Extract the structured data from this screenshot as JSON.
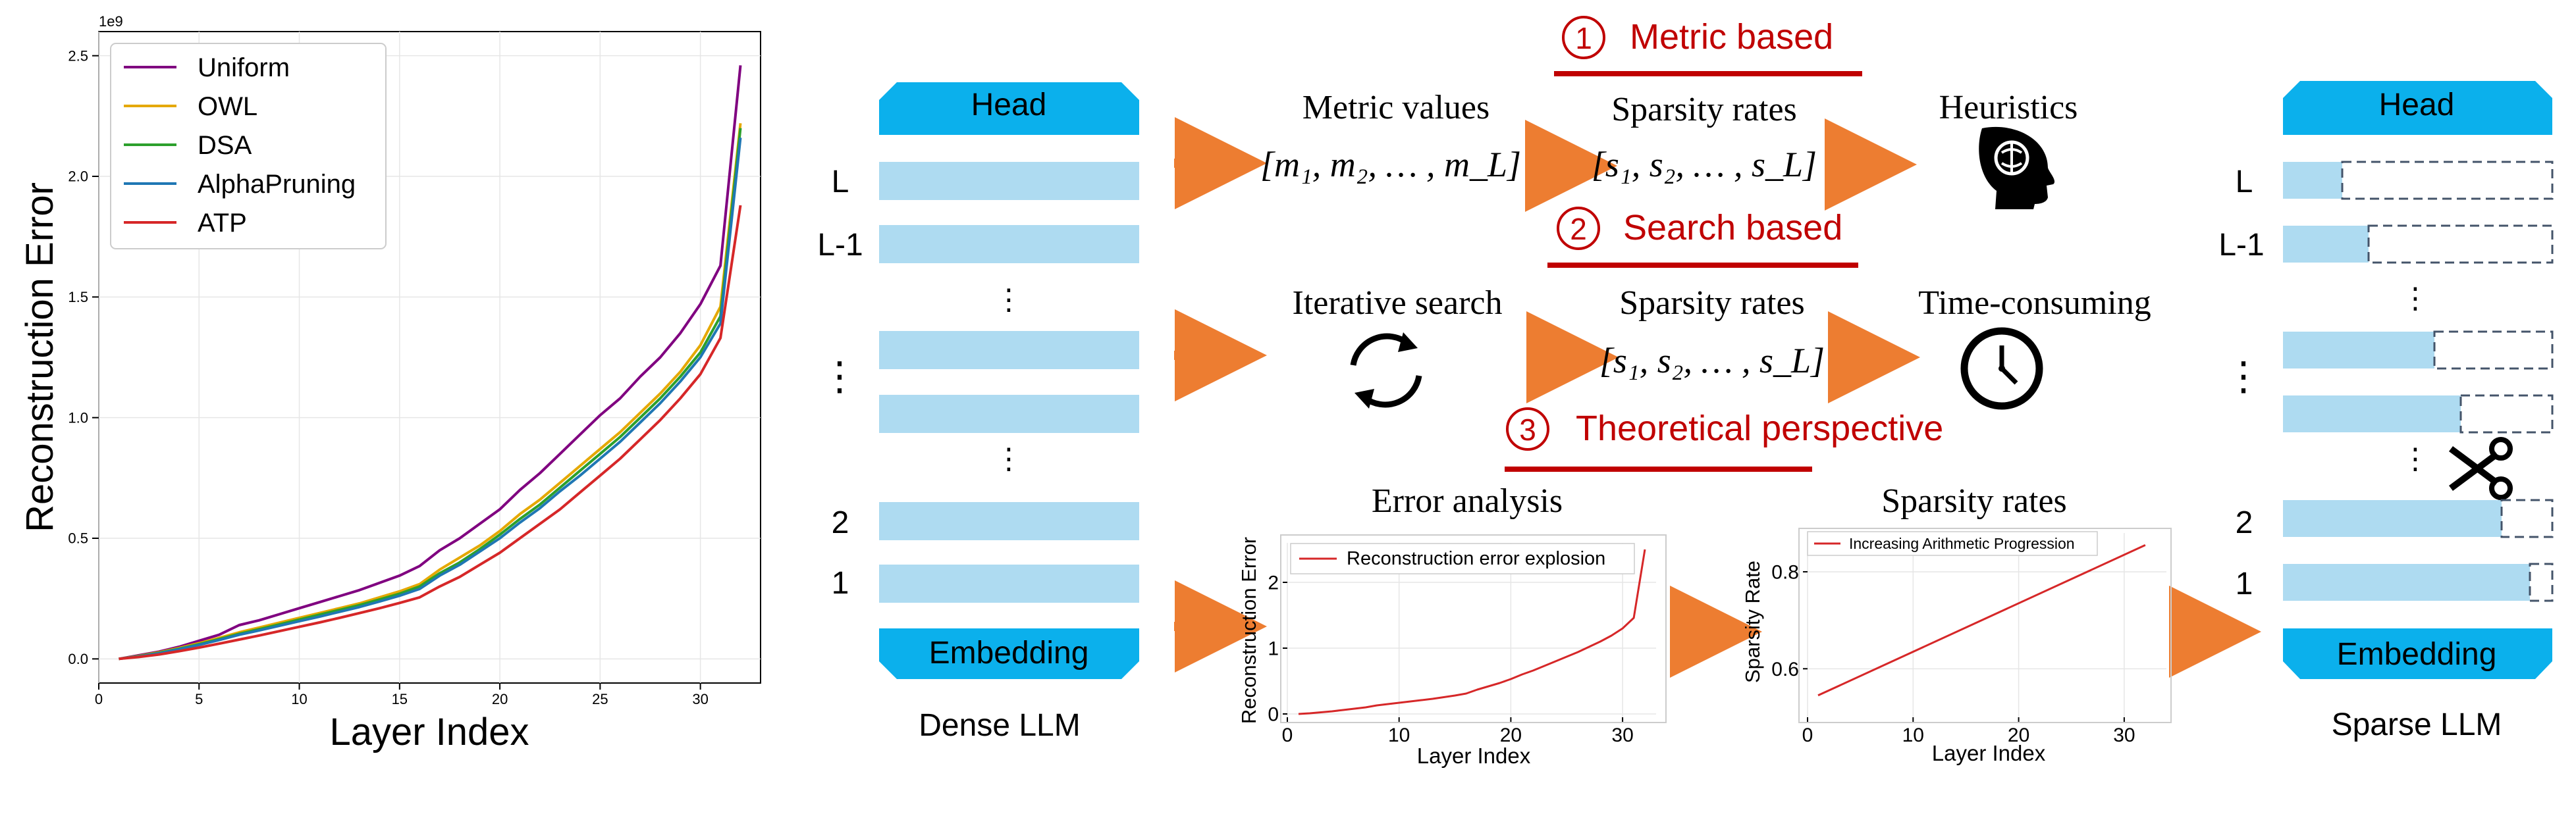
{
  "colors": {
    "head_block": "#0BB0EC",
    "layer_bar": "#AEDBF1",
    "arrow": "#ED7D31",
    "red_title": "#C00000",
    "chart_line": "#D62728"
  },
  "left_chart": {
    "exponent_label": "1e9",
    "xlabel": "Layer Index",
    "ylabel": "Reconstruction Error",
    "xticks": [
      "0",
      "5",
      "10",
      "15",
      "20",
      "25",
      "30"
    ],
    "yticks": [
      "0.0",
      "0.5",
      "1.0",
      "1.5",
      "2.0",
      "2.5"
    ],
    "legend": [
      "Uniform",
      "OWL",
      "DSA",
      "AlphaPruning",
      "ATP"
    ]
  },
  "chart_data": [
    {
      "type": "line",
      "xlabel": "Layer Index",
      "ylabel": "Reconstruction Error",
      "y_multiplier": "1e9",
      "xlim": [
        0,
        33
      ],
      "ylim": [
        -0.1,
        2.6
      ],
      "grid": true,
      "legend_position": "top-left",
      "x": [
        1,
        2,
        3,
        4,
        5,
        6,
        7,
        8,
        9,
        10,
        11,
        12,
        13,
        14,
        15,
        16,
        17,
        18,
        19,
        20,
        21,
        22,
        23,
        24,
        25,
        26,
        27,
        28,
        29,
        30,
        31,
        32
      ],
      "series": [
        {
          "name": "Uniform",
          "color": "#800080",
          "values": [
            0.0,
            0.015,
            0.03,
            0.05,
            0.075,
            0.1,
            0.14,
            0.16,
            0.185,
            0.21,
            0.235,
            0.26,
            0.285,
            0.315,
            0.345,
            0.385,
            0.45,
            0.5,
            0.56,
            0.62,
            0.7,
            0.77,
            0.85,
            0.93,
            1.01,
            1.08,
            1.17,
            1.25,
            1.35,
            1.47,
            1.63,
            2.46
          ]
        },
        {
          "name": "OWL",
          "color": "#E5A800",
          "values": [
            0.0,
            0.012,
            0.027,
            0.045,
            0.065,
            0.087,
            0.11,
            0.13,
            0.15,
            0.17,
            0.19,
            0.21,
            0.23,
            0.255,
            0.28,
            0.31,
            0.37,
            0.42,
            0.47,
            0.53,
            0.6,
            0.66,
            0.73,
            0.8,
            0.87,
            0.94,
            1.02,
            1.1,
            1.19,
            1.3,
            1.46,
            2.22
          ]
        },
        {
          "name": "DSA",
          "color": "#2CA02C",
          "values": [
            0.0,
            0.011,
            0.025,
            0.042,
            0.061,
            0.082,
            0.104,
            0.123,
            0.143,
            0.163,
            0.183,
            0.203,
            0.223,
            0.246,
            0.27,
            0.3,
            0.355,
            0.4,
            0.455,
            0.515,
            0.58,
            0.64,
            0.71,
            0.78,
            0.85,
            0.92,
            1.0,
            1.08,
            1.17,
            1.27,
            1.42,
            2.2
          ]
        },
        {
          "name": "AlphaPruning",
          "color": "#1F77B4",
          "values": [
            0.0,
            0.01,
            0.023,
            0.04,
            0.058,
            0.078,
            0.1,
            0.118,
            0.137,
            0.156,
            0.175,
            0.195,
            0.215,
            0.238,
            0.262,
            0.29,
            0.345,
            0.39,
            0.445,
            0.5,
            0.565,
            0.625,
            0.695,
            0.76,
            0.83,
            0.9,
            0.98,
            1.06,
            1.15,
            1.25,
            1.39,
            2.16
          ]
        },
        {
          "name": "ATP",
          "color": "#D62728",
          "values": [
            0.0,
            0.008,
            0.018,
            0.032,
            0.047,
            0.063,
            0.08,
            0.097,
            0.115,
            0.133,
            0.151,
            0.17,
            0.19,
            0.21,
            0.232,
            0.255,
            0.3,
            0.34,
            0.39,
            0.44,
            0.5,
            0.56,
            0.62,
            0.69,
            0.76,
            0.83,
            0.91,
            0.99,
            1.08,
            1.18,
            1.33,
            1.88
          ]
        }
      ]
    },
    {
      "type": "line",
      "title": "Error analysis",
      "xlabel": "Layer Index",
      "ylabel": "Reconstruction Error",
      "xlim": [
        0,
        33
      ],
      "ylim": [
        -0.05,
        2.6
      ],
      "grid": true,
      "legend_position": "top-left",
      "x": [
        1,
        2,
        3,
        4,
        5,
        6,
        7,
        8,
        9,
        10,
        11,
        12,
        13,
        14,
        15,
        16,
        17,
        18,
        19,
        20,
        21,
        22,
        23,
        24,
        25,
        26,
        27,
        28,
        29,
        30,
        31,
        32
      ],
      "series": [
        {
          "name": "Reconstruction error explosion",
          "color": "#D62728",
          "values": [
            0.0,
            0.01,
            0.025,
            0.04,
            0.06,
            0.08,
            0.1,
            0.13,
            0.15,
            0.17,
            0.19,
            0.21,
            0.23,
            0.255,
            0.28,
            0.31,
            0.37,
            0.42,
            0.47,
            0.53,
            0.6,
            0.66,
            0.73,
            0.8,
            0.87,
            0.94,
            1.02,
            1.1,
            1.19,
            1.3,
            1.46,
            2.5
          ]
        }
      ]
    },
    {
      "type": "line",
      "title": "Sparsity rates",
      "xlabel": "Layer Index",
      "ylabel": "Sparsity Rate",
      "xlim": [
        0,
        34
      ],
      "ylim": [
        0.5,
        0.88
      ],
      "grid": true,
      "legend_position": "top-left",
      "x": [
        1,
        32
      ],
      "series": [
        {
          "name": "Increasing Arithmetic Progression",
          "color": "#D62728",
          "values": [
            0.545,
            0.855
          ]
        }
      ]
    }
  ],
  "diagram": {
    "dense": {
      "head_label": "Head",
      "embedding_label": "Embedding",
      "caption": "Dense LLM",
      "layer_labels": [
        "L",
        "L-1",
        "⋮",
        "2",
        "1"
      ],
      "dots": "⋮"
    },
    "sparse": {
      "head_label": "Head",
      "embedding_label": "Embedding",
      "caption": "Sparse LLM",
      "layer_labels": [
        "L",
        "L-1",
        "⋮",
        "2",
        "1"
      ],
      "dots": "⋮"
    },
    "methods": [
      {
        "number": "1",
        "title": "Metric based",
        "values_label": "Metric values",
        "values_expr": "[m₁, m₂, … , m_L]",
        "rates_label": "Sparsity rates",
        "rates_expr": "[s₁, s₂, … , s_L]",
        "outcome": "Heuristics"
      },
      {
        "number": "2",
        "title": "Search based",
        "values_label": "Iterative search",
        "rates_label": "Sparsity rates",
        "rates_expr": "[s₁, s₂, … , s_L]",
        "outcome": "Time-consuming"
      },
      {
        "number": "3",
        "title": "Theoretical perspective",
        "analysis_title": "Error analysis",
        "rates_title": "Sparsity rates"
      }
    ],
    "icons": [
      "brain-head-icon",
      "refresh-cycle-icon",
      "clock-icon",
      "scissors-icon"
    ]
  }
}
